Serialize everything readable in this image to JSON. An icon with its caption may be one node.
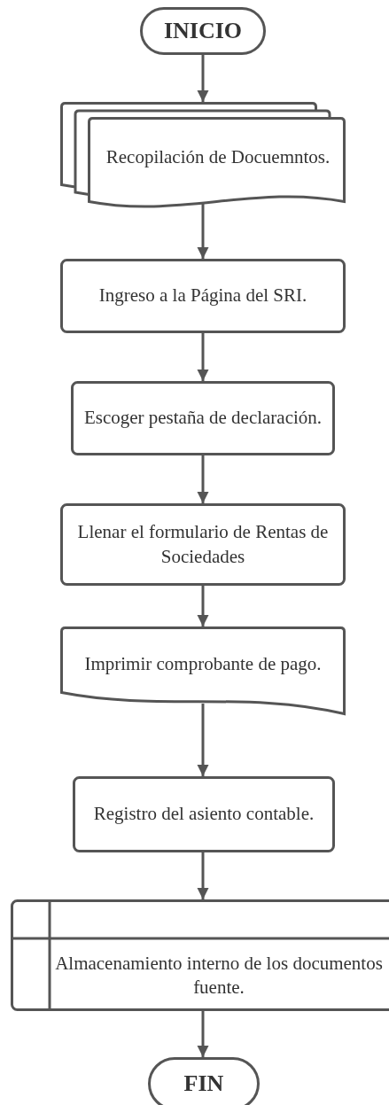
{
  "diagram": {
    "nodes": [
      {
        "text": [
          "INICIO"
        ]
      },
      {
        "text": [
          "Recopilación de Docuemntos."
        ]
      },
      {
        "text": [
          "Ingreso a la Página del SRI."
        ]
      },
      {
        "text": [
          "Escoger pestaña de declaración."
        ]
      },
      {
        "text": [
          "Llenar el formulario de Rentas de Sociedades"
        ]
      },
      {
        "text": [
          "Imprimir comprobante de pago."
        ]
      },
      {
        "text": [
          "Registro del asiento contable."
        ]
      },
      {
        "text": [
          "Almacenamiento interno de los documentos fuente."
        ]
      },
      {
        "text": [
          "FIN"
        ]
      }
    ],
    "edges": [
      {
        "from": 0,
        "to": 1,
        "arrow": "to"
      },
      {
        "from": 1,
        "to": 2,
        "arrow": "to"
      },
      {
        "from": 2,
        "to": 3,
        "arrow": "to"
      },
      {
        "from": 3,
        "to": 4,
        "arrow": "to"
      },
      {
        "from": 4,
        "to": 5,
        "arrow": "to"
      },
      {
        "from": 5,
        "to": 6,
        "arrow": "to"
      },
      {
        "from": 6,
        "to": 7,
        "arrow": "to"
      },
      {
        "from": 7,
        "to": 8,
        "arrow": "to"
      }
    ]
  }
}
